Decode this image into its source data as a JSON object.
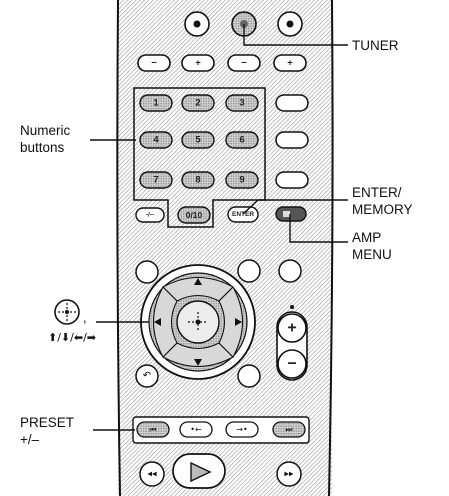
{
  "labels": {
    "tuner": "TUNER",
    "numeric_line1": "Numeric",
    "numeric_line2": "buttons",
    "enter_line1": "ENTER/",
    "enter_line2": "MEMORY",
    "amp_line1": "AMP",
    "amp_line2": "MENU",
    "arrows": "⬆/⬇/⬅/➡",
    "preset_line1": "PRESET",
    "preset_line2": "+/–"
  },
  "remote": {
    "top_minus_plus": [
      "−",
      "+",
      "−",
      "+"
    ],
    "numbers": [
      "1",
      "2",
      "3",
      "4",
      "5",
      "6",
      "7",
      "8",
      "9"
    ],
    "row_bottom": [
      "-/--",
      "0/10",
      "ENTER"
    ],
    "volume": [
      "+",
      "−"
    ],
    "transport_row1": [
      "⏮",
      "•←",
      "→•",
      "⏭"
    ],
    "transport_row2": [
      "◀◀",
      "▶",
      "▶▶"
    ],
    "back_icon": "↶"
  },
  "colors": {
    "body_hatch": "#c9c9c9",
    "button_fill": "#bdbdbd",
    "outline": "#111111"
  }
}
